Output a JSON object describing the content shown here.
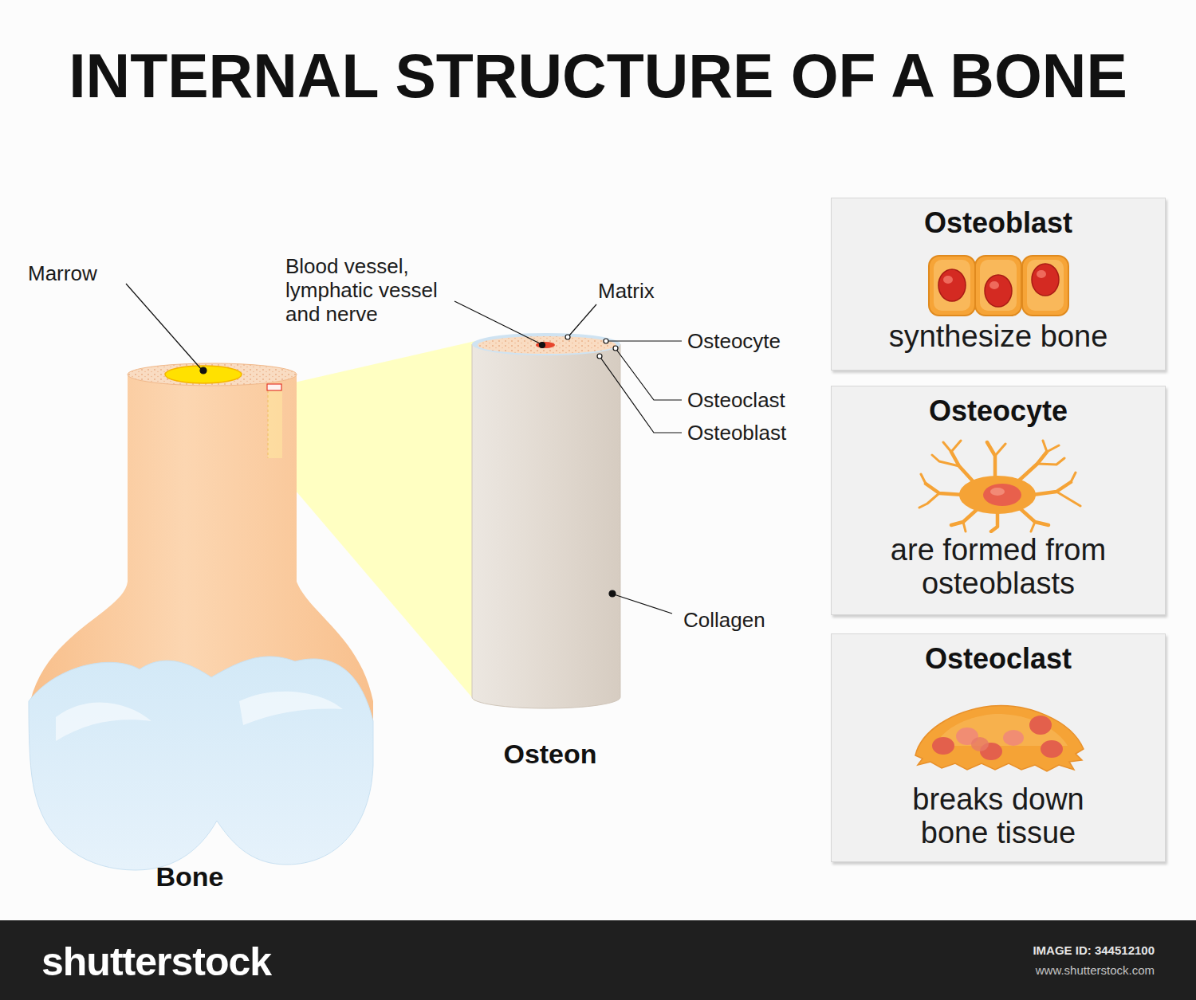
{
  "diagram": {
    "title": "INTERNAL STRUCTURE OF A BONE",
    "nodes": [
      {
        "text": [
          "Osteoblast",
          "synthesize bone"
        ]
      },
      {
        "text": [
          "Osteocyte",
          "are formed from osteoblasts"
        ]
      },
      {
        "text": [
          "Osteoclast",
          "breaks down bone tissue"
        ]
      }
    ],
    "labels": [
      "Marrow",
      "Blood vessel, lymphatic vessel and nerve",
      "Matrix",
      "Osteocyte",
      "Osteoclast",
      "Osteoblast",
      "Collagen",
      "Osteon",
      "Bone",
      "shutterstock",
      "IMAGE ID: 344512100",
      "www.shutterstock.com"
    ]
  }
}
